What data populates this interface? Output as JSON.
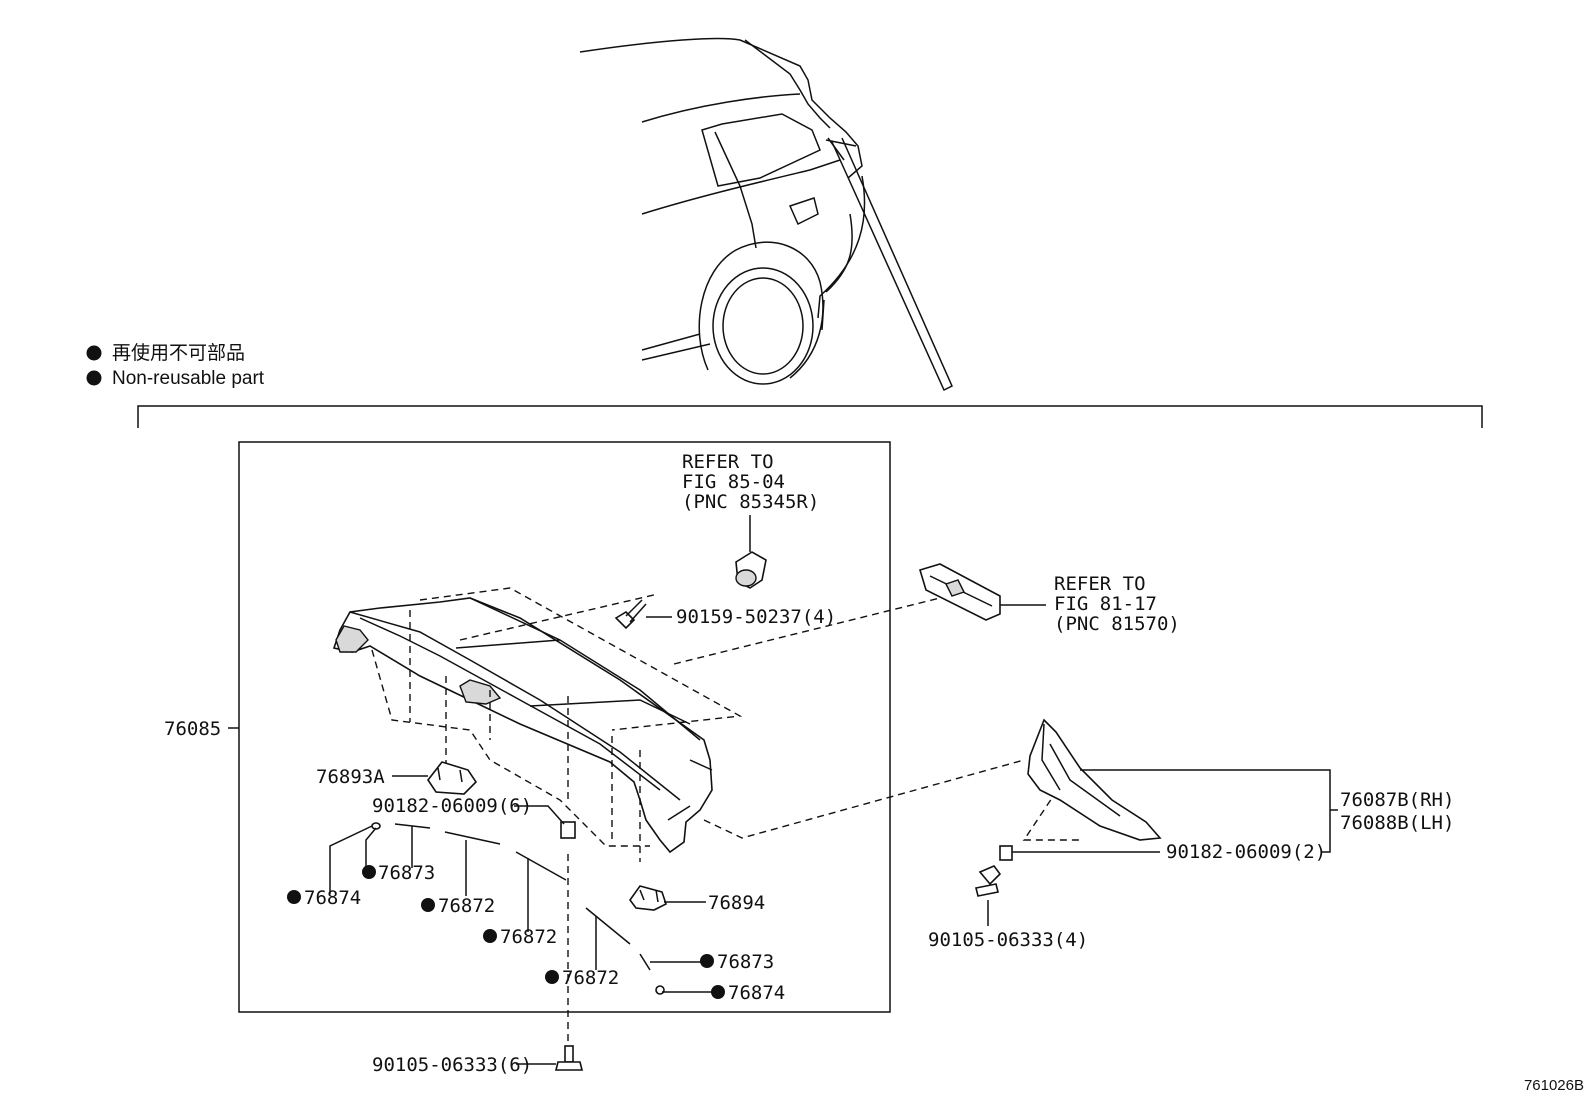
{
  "legend": {
    "symbol": "●",
    "line_jp": "再使用不可部品",
    "line_en": "Non-reusable part"
  },
  "refs": {
    "top": [
      "REFER TO",
      "FIG 85-04",
      "(PNC 85345R)"
    ],
    "right": [
      "REFER TO",
      "FIG 81-17",
      "(PNC 81570)"
    ]
  },
  "labels": {
    "spoiler": "76085",
    "bracket_a": "76893A",
    "clip_6": "90182-06009(6)",
    "screw_4": "90159-50237(4)",
    "emb_76873_a": "76873",
    "emb_76874_a": "76874",
    "emb_76872_a": "76872",
    "emb_76872_b": "76872",
    "emb_76872_c": "76872",
    "bracket_b": "76894",
    "emb_76873_b": "76873",
    "emb_76874_b": "76874",
    "bolt_6": "90105-06333(6)",
    "side_rh": "76087B(RH)",
    "side_lh": "76088B(LH)",
    "clip_2": "90182-06009(2)",
    "bolt_4": "90105-06333(4)"
  },
  "colors": {
    "line": "#111111",
    "fill_dark": "#d9d9d9",
    "background": "#ffffff"
  },
  "drawing_code": "761026B"
}
